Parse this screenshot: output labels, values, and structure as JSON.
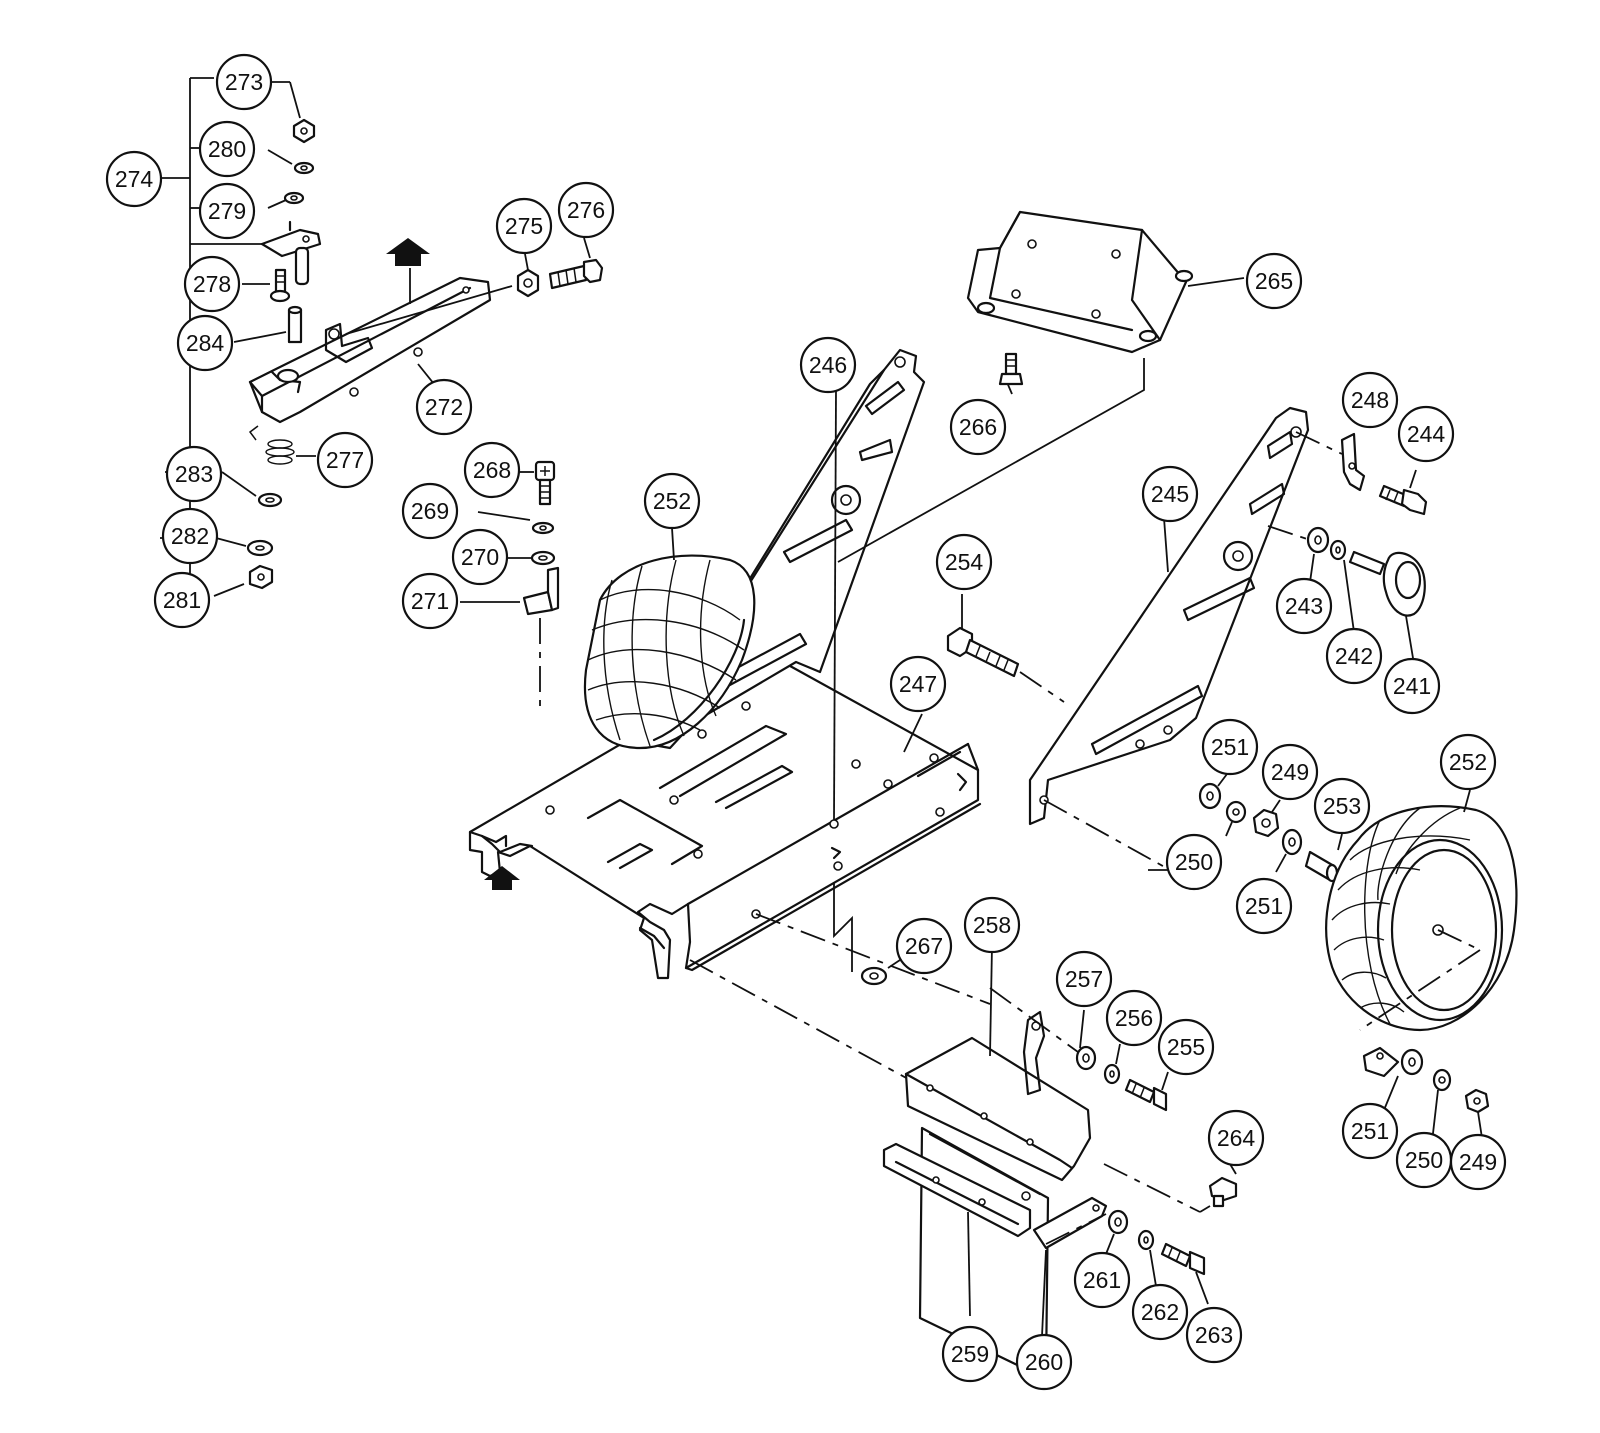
{
  "callouts": {
    "c241": "241",
    "c242": "242",
    "c243": "243",
    "c244": "244",
    "c245": "245",
    "c246": "246",
    "c247": "247",
    "c248": "248",
    "c249a": "249",
    "c249b": "249",
    "c250a": "250",
    "c250b": "250",
    "c251a": "251",
    "c251b": "251",
    "c251c": "251",
    "c252a": "252",
    "c252b": "252",
    "c253": "253",
    "c254": "254",
    "c255": "255",
    "c256": "256",
    "c257": "257",
    "c258": "258",
    "c259": "259",
    "c260": "260",
    "c261": "261",
    "c262": "262",
    "c263": "263",
    "c264": "264",
    "c265": "265",
    "c266": "266",
    "c267": "267",
    "c268": "268",
    "c269": "269",
    "c270": "270",
    "c271": "271",
    "c272": "272",
    "c273": "273",
    "c274": "274",
    "c275": "275",
    "c276": "276",
    "c277": "277",
    "c278": "278",
    "c279": "279",
    "c280": "280",
    "c281": "281",
    "c282": "282",
    "c283": "283",
    "c284": "284"
  },
  "icons": [
    "up-arrow-icon",
    "up-arrow-icon"
  ]
}
